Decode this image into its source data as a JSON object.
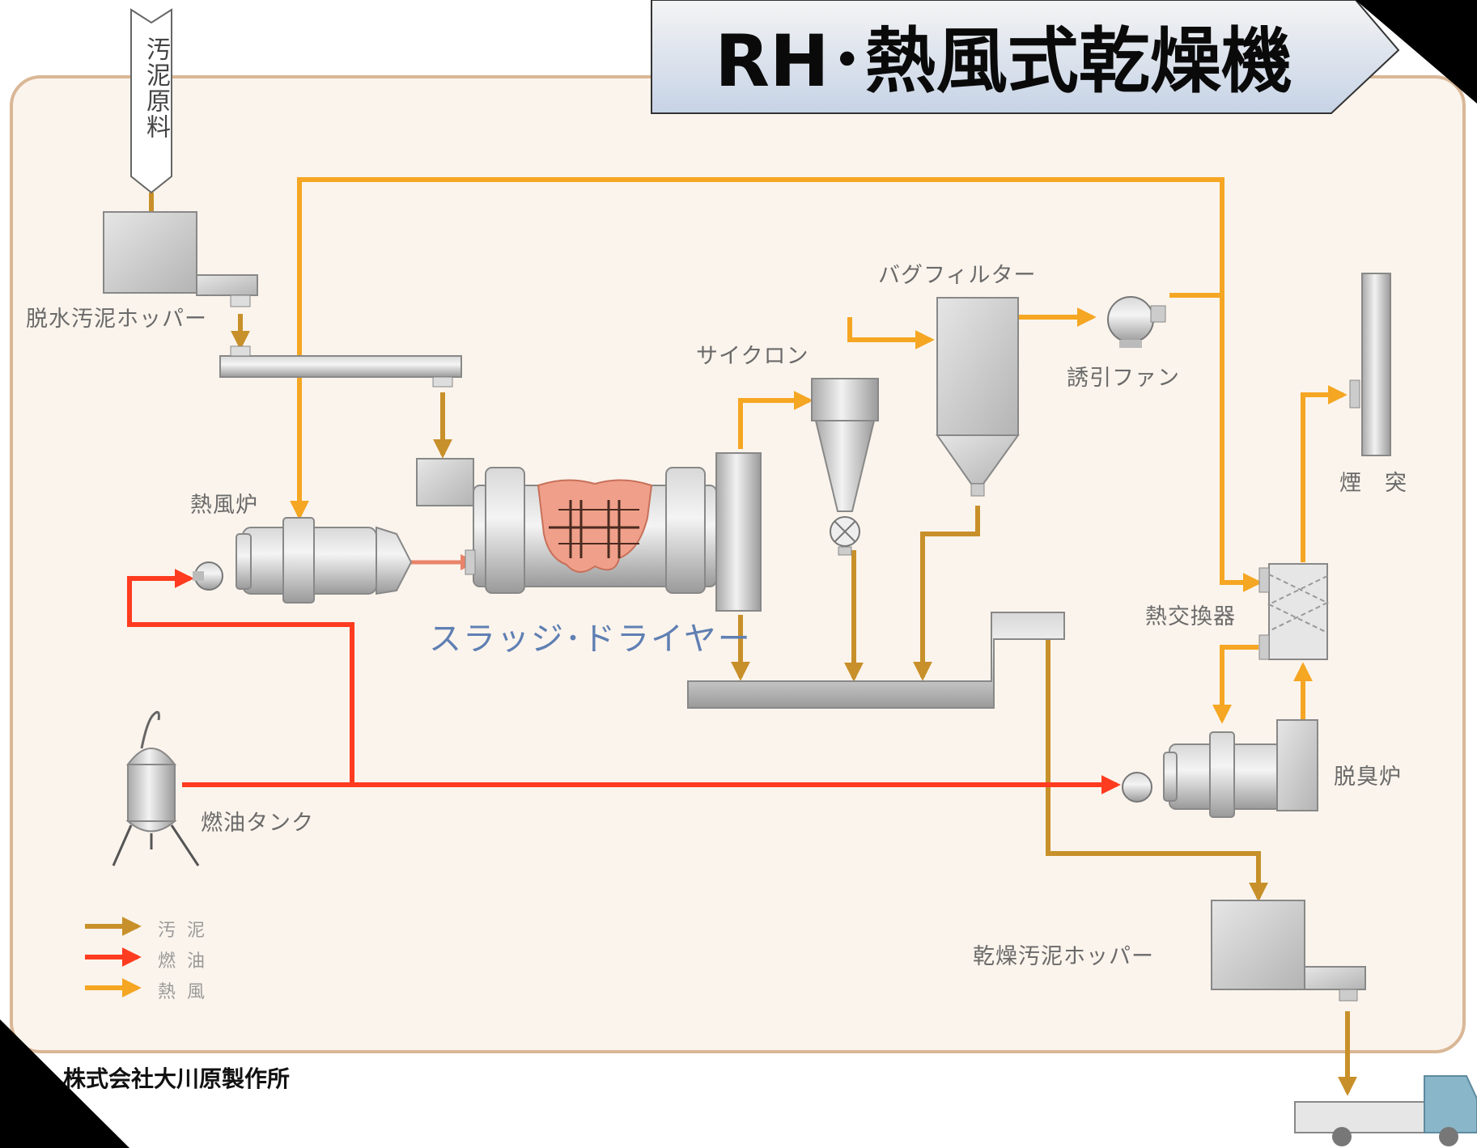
{
  "title": "RH･熱風式乾燥機",
  "company": "株式会社大川原製作所",
  "labels": {
    "raw_sludge": "汚泥原料",
    "dewatered_hopper": "脱水汚泥ホッパー",
    "hot_air_furnace": "熱風炉",
    "sludge_dryer": "スラッジ･ドライヤー",
    "cyclone": "サイクロン",
    "bag_filter": "バグフィルター",
    "induced_fan": "誘引ファン",
    "chimney": "煙　突",
    "heat_exchanger": "熱交換器",
    "deodorizing_furnace": "脱臭炉",
    "fuel_tank": "燃油タンク",
    "dried_hopper": "乾燥汚泥ホッパー"
  },
  "legend": [
    {
      "label": "汚泥",
      "color": "#c8902a"
    },
    {
      "label": "燃油",
      "color": "#ff3b20"
    },
    {
      "label": "熱風",
      "color": "#f5a623"
    }
  ],
  "colors": {
    "sludge": "#c8902a",
    "fuel": "#ff3b20",
    "hot_air": "#f5a623",
    "background": "#fbf4ec",
    "frame": "#d9b796"
  }
}
